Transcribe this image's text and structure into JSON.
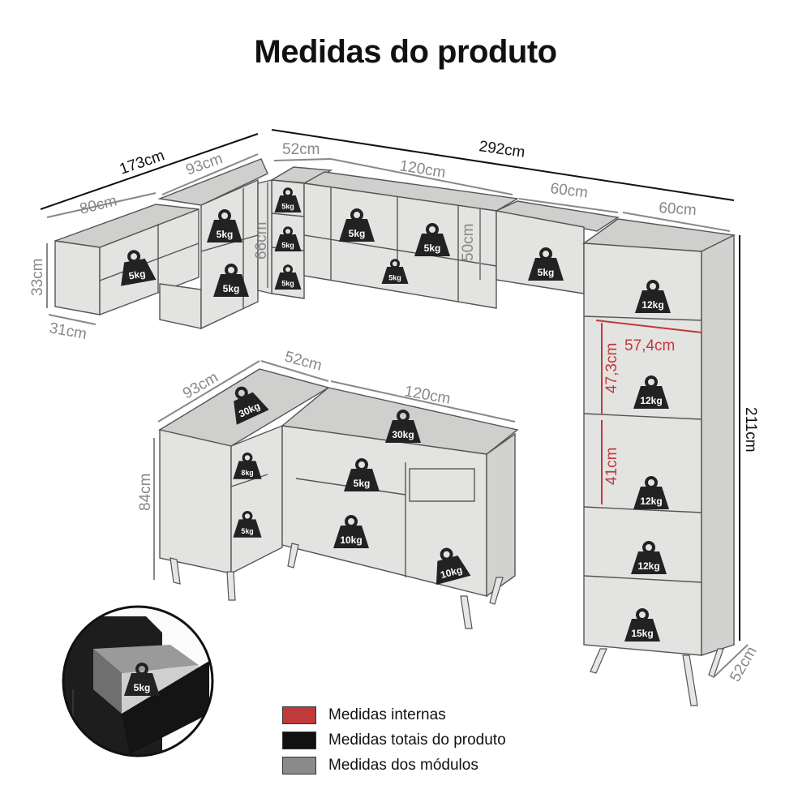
{
  "title": "Medidas do produto",
  "colors": {
    "internas": "#c0393b",
    "totais": "#111111",
    "modulos": "#8a8a8a"
  },
  "top_dimensions": {
    "total_left": "173cm",
    "total_width": "292cm",
    "m80": "80cm",
    "m93": "93cm",
    "m52": "52cm",
    "m120": "120cm",
    "m60a": "60cm",
    "m60b": "60cm",
    "h33": "33cm",
    "d31": "31cm",
    "h66": "66cm",
    "h50": "50cm"
  },
  "bottom_dimensions": {
    "m93": "93cm",
    "m52": "52cm",
    "m120": "120cm",
    "h84": "84cm"
  },
  "tower_dimensions": {
    "h211": "211cm",
    "d52": "52cm",
    "w_int": "57,4cm",
    "h_int_a": "47,3cm",
    "h_int_b": "41cm"
  },
  "weights": {
    "w1": "5kg",
    "w2": "5kg",
    "w3": "5kg",
    "w4": "5kg",
    "w5": "5kg",
    "w6": "5kg",
    "w7": "5kg",
    "w8": "5kg",
    "w9": "5kg",
    "w10": "5kg",
    "t1": "12kg",
    "t2": "12kg",
    "t3": "12kg",
    "t4": "12kg",
    "t5": "15kg",
    "b1": "30kg",
    "b2": "30kg",
    "b3": "8kg",
    "b4": "5kg",
    "b5": "5kg",
    "b6": "10kg",
    "b7": "10kg",
    "drawer": "5kg"
  },
  "legend": [
    {
      "label": "Medidas internas",
      "color": "#c0393b"
    },
    {
      "label": "Medidas totais do produto",
      "color": "#111111"
    },
    {
      "label": "Medidas dos módulos",
      "color": "#8a8a8a"
    }
  ]
}
